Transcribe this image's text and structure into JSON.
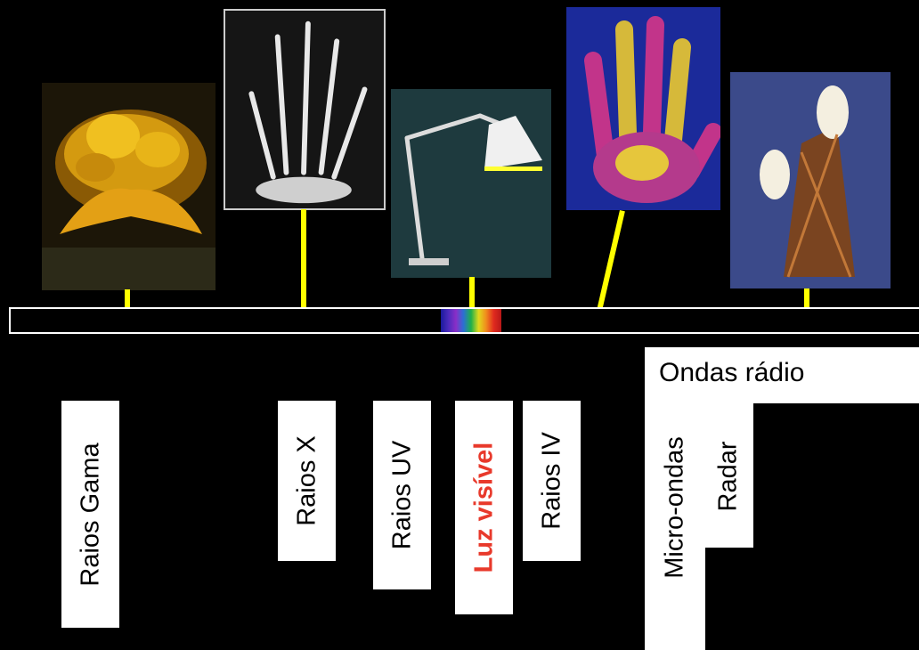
{
  "spectrum": {
    "visible_colors": [
      "#1a1a9c",
      "#4b2bbd",
      "#8a2ec7",
      "#2b6fd4",
      "#1fb04a",
      "#e0d91d",
      "#f08a1d",
      "#e02a1f",
      "#b81818"
    ],
    "pictures": [
      {
        "name": "gamma-explosion",
        "depicts": "mushroom cloud explosion"
      },
      {
        "name": "xray-hand",
        "depicts": "x-ray of a hand"
      },
      {
        "name": "uv-lamp",
        "depicts": "desk lamp"
      },
      {
        "name": "infrared-hand",
        "depicts": "thermal image of a hand"
      },
      {
        "name": "radar-dishes",
        "depicts": "antenna tower with dishes"
      }
    ]
  },
  "labels": {
    "gamma": "Raios Gama",
    "xray": "Raios X",
    "uv": "Raios UV",
    "visible": "Luz visível",
    "ir": "Raios IV",
    "micro": "Micro-ondas",
    "radar": "Radar",
    "radio": "Ondas rádio"
  },
  "colors": {
    "connector": "#ffff00",
    "visible_label": "#e8392b"
  }
}
